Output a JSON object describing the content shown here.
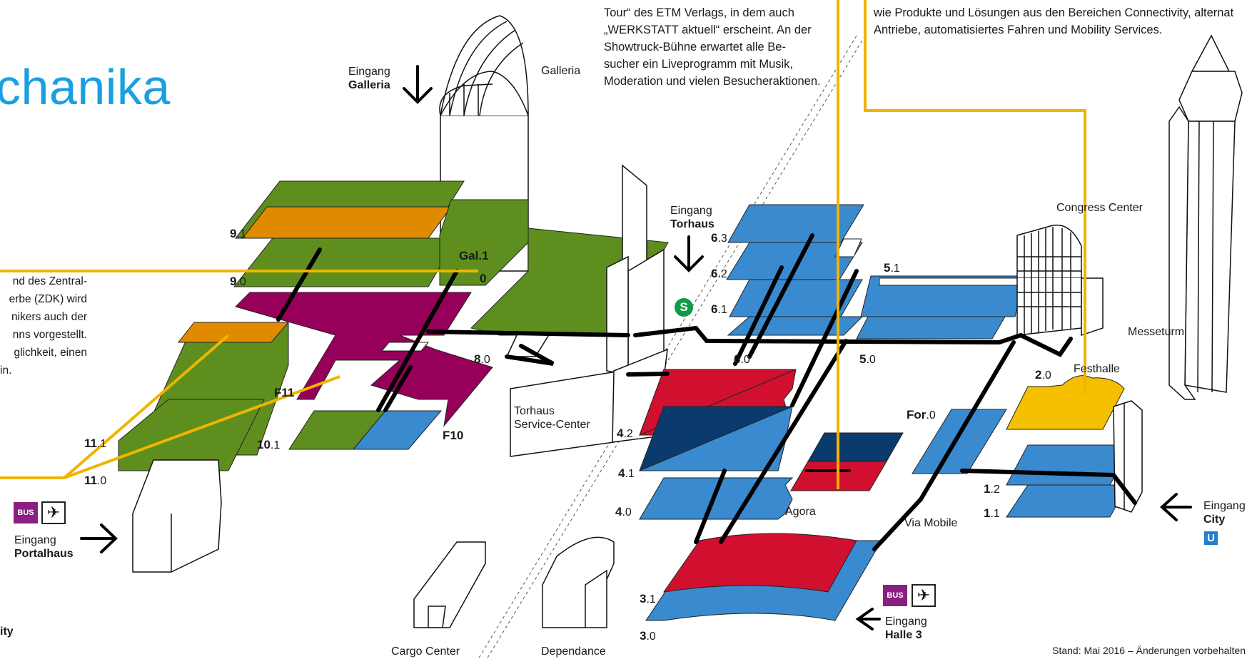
{
  "title": "chanika",
  "colors": {
    "green": "#5e8f1e",
    "orange": "#e08a00",
    "magenta": "#96005a",
    "blue": "#3a8ad0",
    "darkblue": "#0a3a6e",
    "red": "#d0102e",
    "yellow": "#f5c000",
    "route": "#000000",
    "callout": "#f0b400"
  },
  "texts": {
    "top_middle": [
      "Tour“ des ETM Verlags, in dem auch",
      "„WERKSTATT aktuell“ erscheint. An der",
      "Showtruck-Bühne erwartet alle Be-",
      "sucher ein Liveprogramm mit Musik,",
      "Moderation und vielen Besucheraktionen."
    ],
    "top_right": [
      "wie Produkte und Lösungen aus den Bereichen Connectivity, alternat",
      "Antriebe, automatisiertes Fahren und Mobility Services."
    ],
    "left": [
      "nd des Zentral-",
      "erbe (ZDK) wird",
      "nikers auch der",
      "nns vorgestellt.",
      "glichkeit, einen",
      "in."
    ]
  },
  "entrances": {
    "galleria": {
      "line1": "Eingang",
      "line2": "Galleria"
    },
    "torhaus": {
      "line1": "Eingang",
      "line2": "Torhaus"
    },
    "portalhaus": {
      "line1": "Eingang",
      "line2": "Portalhaus"
    },
    "city": {
      "line1": "Eingang",
      "line2": "City"
    },
    "halle3": {
      "line1": "Eingang",
      "line2": "Halle 3"
    }
  },
  "buildings": {
    "galleria": "Galleria",
    "congress": "Congress Center",
    "messeturm": "Messeturm",
    "festhalle": "Festhalle",
    "torhaus_sc": [
      "Torhaus",
      "Service-Center"
    ],
    "agora": "Agora",
    "via_mobile": "Via Mobile",
    "cargo": "Cargo Center",
    "dependance": "Dependance",
    "city_partial": "ity"
  },
  "halls": [
    {
      "key": "h91",
      "bold": "9",
      "rest": ".1"
    },
    {
      "key": "h90",
      "bold": "9",
      "rest": ".0"
    },
    {
      "key": "gal1",
      "bold": "Gal.1",
      "rest": ""
    },
    {
      "key": "gal0",
      "bold": "0",
      "rest": ""
    },
    {
      "key": "h80",
      "bold": "8",
      "rest": ".0"
    },
    {
      "key": "f11",
      "bold": "F11",
      "rest": ""
    },
    {
      "key": "f10",
      "bold": "F10",
      "rest": ""
    },
    {
      "key": "h111",
      "bold": "11",
      "rest": ".1"
    },
    {
      "key": "h110",
      "bold": "11",
      "rest": ".0"
    },
    {
      "key": "h101",
      "bold": "10",
      "rest": ".1"
    },
    {
      "key": "h63",
      "bold": "6",
      "rest": ".3"
    },
    {
      "key": "h62",
      "bold": "6",
      "rest": ".2"
    },
    {
      "key": "h61",
      "bold": "6",
      "rest": ".1"
    },
    {
      "key": "h60",
      "bold": "6",
      "rest": ".0"
    },
    {
      "key": "h51",
      "bold": "5",
      "rest": ".1"
    },
    {
      "key": "h50",
      "bold": "5",
      "rest": ".0"
    },
    {
      "key": "h42",
      "bold": "4",
      "rest": ".2"
    },
    {
      "key": "h41",
      "bold": "4",
      "rest": ".1"
    },
    {
      "key": "h40",
      "bold": "4",
      "rest": ".0"
    },
    {
      "key": "h31",
      "bold": "3",
      "rest": ".1"
    },
    {
      "key": "h30",
      "bold": "3",
      "rest": ".0"
    },
    {
      "key": "h20",
      "bold": "2",
      "rest": ".0"
    },
    {
      "key": "for0",
      "bold": "For",
      "rest": ".0"
    },
    {
      "key": "h12",
      "bold": "1",
      "rest": ".2"
    },
    {
      "key": "h11",
      "bold": "1",
      "rest": ".1"
    }
  ],
  "badges": {
    "bus": "BUS",
    "plane": "✈",
    "u": "U",
    "s": "S"
  },
  "footer": "Stand: Mai 2016 – Änderungen vorbehalten"
}
